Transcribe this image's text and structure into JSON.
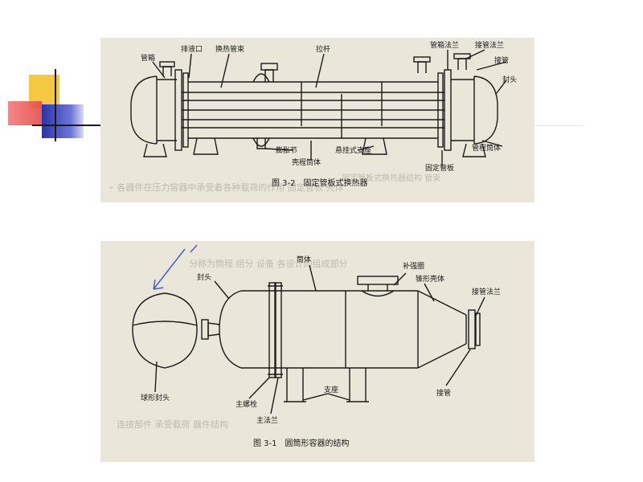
{
  "slide": {
    "accent_colors": {
      "yellow": "#f5c842",
      "red": "#e34a4a",
      "blue": "#3b48b8",
      "ink": "#1a1a1a",
      "paper": "#eae6d9"
    }
  },
  "figure_top": {
    "caption": "图 3-2　固定管板式换热器",
    "labels": {
      "tube_box": "管箱",
      "drain": "排液口",
      "heat_tubes": "换热管束",
      "tie_rod": "拉杆",
      "tube_flange_a": "管箱法兰",
      "nozzle_flange": "接管法兰",
      "nozzle": "接管",
      "head": "封头",
      "shell_cylinder": "管程筒体",
      "expansion_joint": "膨胀节",
      "support": "悬挂式支座",
      "shell": "壳程筒体",
      "fixed_tubesheet": "固定管板"
    }
  },
  "figure_bottom": {
    "caption": "图 3-1　圆筒形容器的结构",
    "labels": {
      "cylinder": "筒体",
      "reinforcing_ring": "补强圈",
      "cone_shell": "锥形壳体",
      "head": "封头",
      "nozzle_flange": "接管法兰",
      "spherical_head": "球形封头",
      "main_bolt": "主螺栓",
      "support": "支座",
      "main_flange": "主法兰",
      "nozzle": "接管"
    }
  }
}
